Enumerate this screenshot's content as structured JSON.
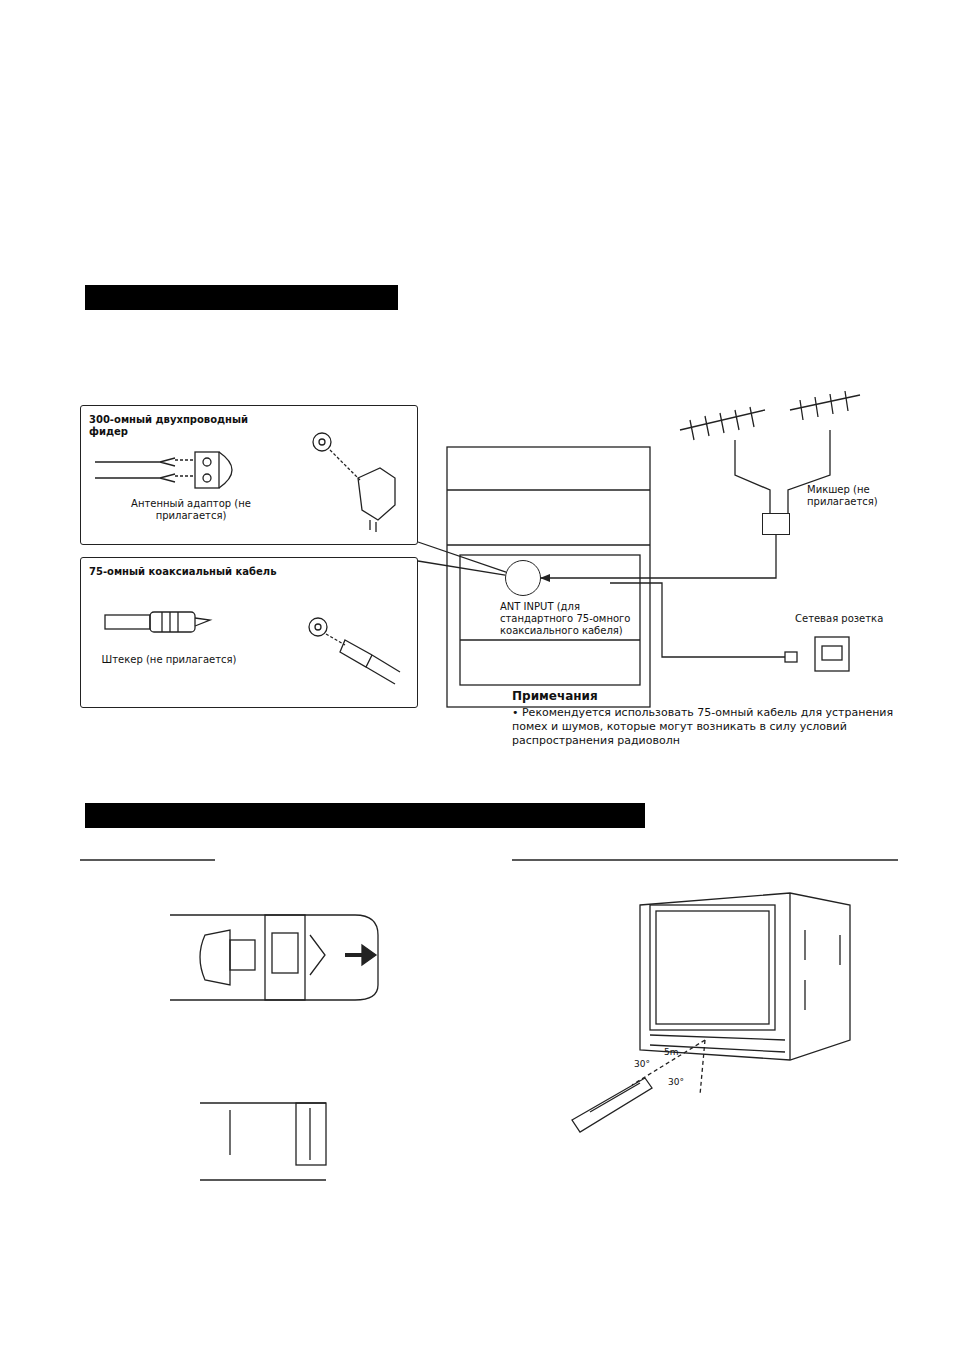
{
  "diagram": {
    "nodes": [
      {
        "text": [
          "300-омный двухпроводный фидер",
          "Антенный адаптор (не прилагается)"
        ]
      },
      {
        "text": [
          "75-омный коаксиальный кабель",
          "Штекер (не прилагается)"
        ]
      },
      {
        "text": [
          "ANT INPUT (для стандартного 75-омного коаксиального кабеля)"
        ]
      },
      {
        "text": [
          "Микшер (не прилагается)"
        ]
      }
    ],
    "edges": [
      {
        "from": 0,
        "to": 2,
        "arrow": "none"
      },
      {
        "from": 1,
        "to": 2,
        "arrow": "none"
      },
      {
        "from": 3,
        "to": 2,
        "arrow": "to"
      }
    ],
    "labels": [
      "Сетевая розетка",
      "Примечания",
      "• Рекомендуется использовать 75-омный кабель для устранения помех и шумов, которые могут возникать в силу условий распространения радиоволн",
      "5m",
      "30°",
      "30°"
    ]
  }
}
